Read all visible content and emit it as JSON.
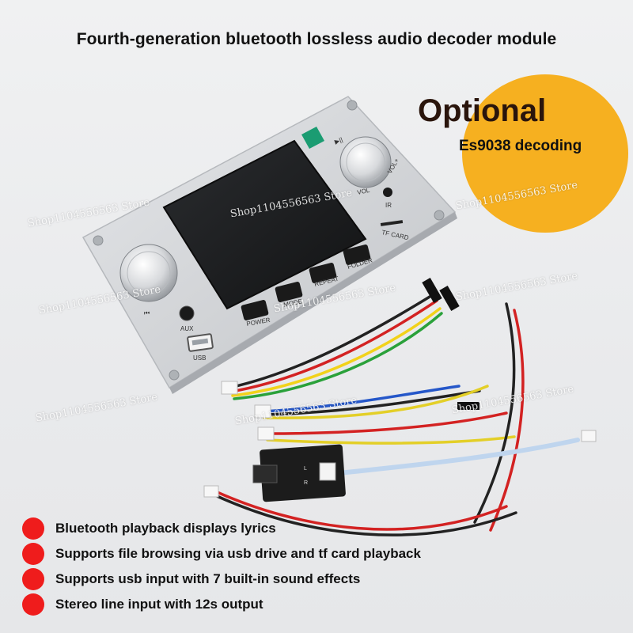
{
  "title": "Fourth-generation bluetooth lossless audio decoder module",
  "badge": {
    "title": "Optional",
    "subtitle": "Es9038 decoding",
    "color": "#f6b020"
  },
  "watermark": "Shop1104556563 Store",
  "module_labels": {
    "aux": "AUX",
    "usb": "USB",
    "vol": "VOL",
    "vol_plus": "VOL+",
    "ir": "IR",
    "tf_card": "TF CARD",
    "prev": "⏮",
    "play_pause": "▶||",
    "power": "POWER",
    "mode": "MODE",
    "repeat": "REPEAT",
    "folder": "FOLDER",
    "jack_l": "L",
    "jack_r": "R"
  },
  "features": [
    "Bluetooth playback displays lyrics",
    "Supports file browsing via usb drive and tf card playback",
    "Supports usb input with 7 built-in sound effects",
    "Stereo line input with 12s output"
  ],
  "colors": {
    "bullet": "#ef1c1c",
    "panel": "#d4d6d9",
    "screen": "#1c1d1f",
    "button": "#1a1a1a"
  }
}
